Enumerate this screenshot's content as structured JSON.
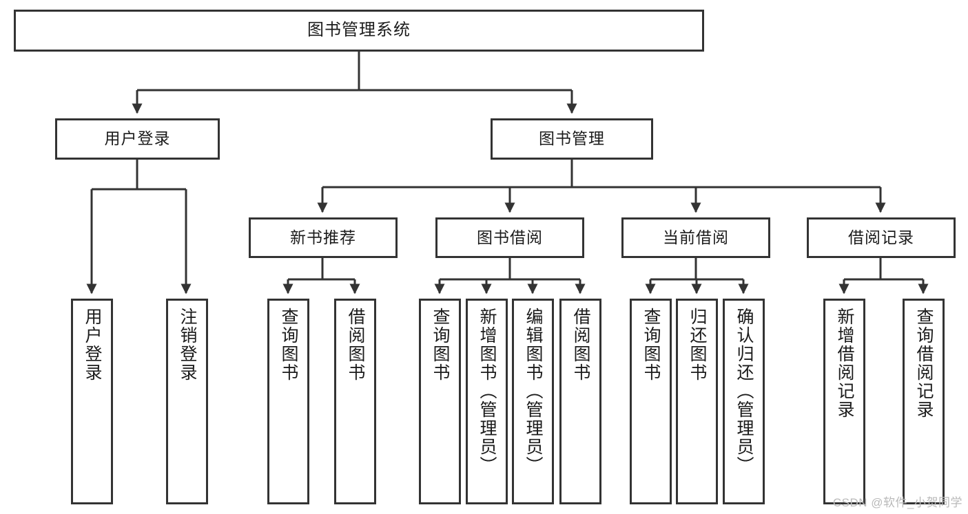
{
  "diagram": {
    "title": "图书管理系统",
    "watermark": "CSDN @软件_小贺同学",
    "accent_color": "#333333",
    "text_color": "#1b1b1b",
    "background_color": "#ffffff",
    "nodes": {
      "root": {
        "label": "图书管理系统"
      },
      "level1": [
        {
          "label": "用户登录"
        },
        {
          "label": "图书管理"
        }
      ],
      "level2": [
        {
          "label": "新书推荐"
        },
        {
          "label": "图书借阅"
        },
        {
          "label": "当前借阅"
        },
        {
          "label": "借阅记录"
        }
      ],
      "leaves": {
        "user_login": [
          {
            "label": "用户登录"
          },
          {
            "label": "注销登录"
          }
        ],
        "new_book_recommend": [
          {
            "label": "查询图书"
          },
          {
            "label": "借阅图书"
          }
        ],
        "book_borrow": [
          {
            "label": "查询图书"
          },
          {
            "label": "新增图书（管理员）"
          },
          {
            "label": "编辑图书（管理员）"
          },
          {
            "label": "借阅图书"
          }
        ],
        "current_borrow": [
          {
            "label": "查询图书"
          },
          {
            "label": "归还图书"
          },
          {
            "label": "确认归还（管理员）"
          }
        ],
        "borrow_record": [
          {
            "label": "新增借阅记录"
          },
          {
            "label": "查询借阅记录"
          }
        ]
      }
    }
  }
}
